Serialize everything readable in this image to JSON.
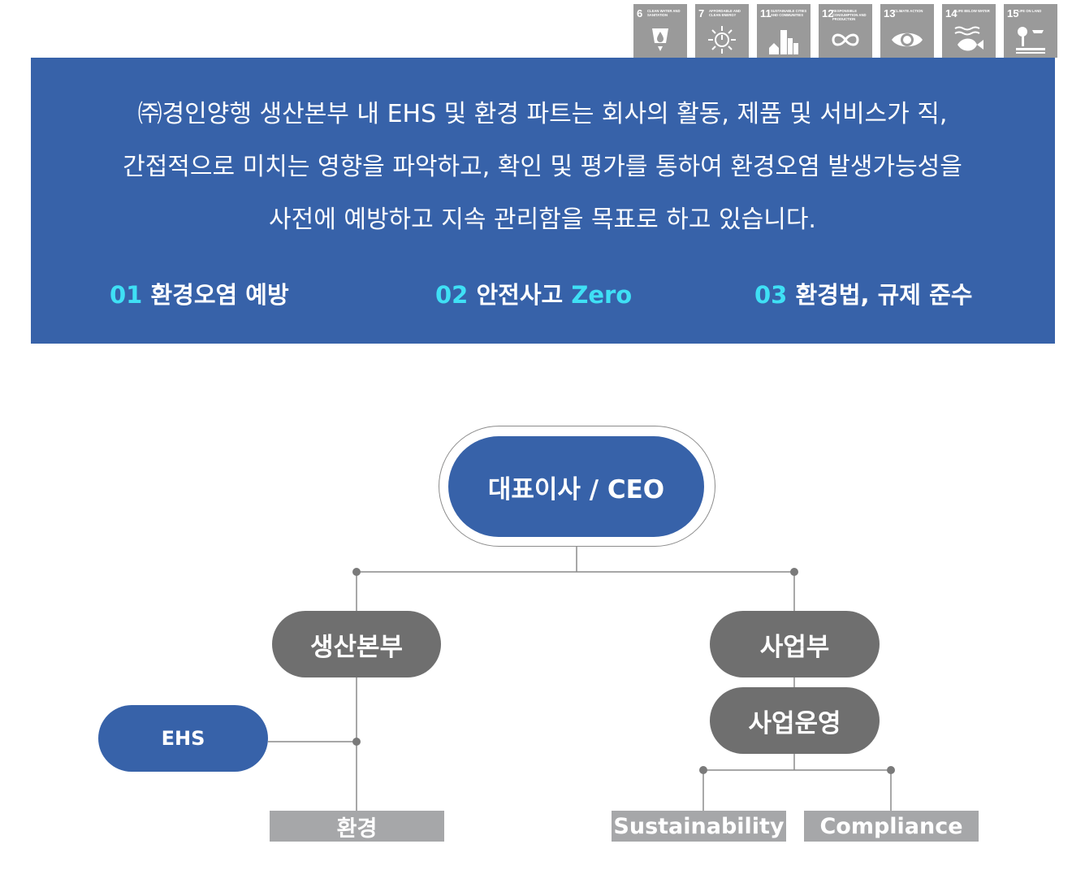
{
  "sdg_icons": [
    {
      "num": "6",
      "label": "Clean water and sanitation",
      "icon": "water-drop-icon"
    },
    {
      "num": "7",
      "label": "Affordable and clean energy",
      "icon": "sun-power-icon"
    },
    {
      "num": "11",
      "label": "Sustainable cities and communities",
      "icon": "city-icon"
    },
    {
      "num": "12",
      "label": "Responsible consumption and production",
      "icon": "infinity-icon"
    },
    {
      "num": "13",
      "label": "Climate action",
      "icon": "eye-globe-icon"
    },
    {
      "num": "14",
      "label": "Life below water",
      "icon": "fish-icon"
    },
    {
      "num": "15",
      "label": "Life on land",
      "icon": "tree-icon"
    }
  ],
  "intro": {
    "line1": "㈜경인양행 생산본부 내 EHS 및 환경 파트는 회사의 활동, 제품 및 서비스가 직,",
    "line2": "간접적으로 미치는 영향을 파악하고, 확인 및 평가를 통하여 환경오염 발생가능성을",
    "line3": "사전에 예방하고 지속 관리함을 목표로 하고 있습니다."
  },
  "goals": [
    {
      "num": "01",
      "text": "환경오염 예방",
      "suffix": ""
    },
    {
      "num": "02",
      "text": "안전사고",
      "suffix": "Zero"
    },
    {
      "num": "03",
      "text": "환경법, 규제 준수",
      "suffix": ""
    }
  ],
  "org": {
    "ceo": "대표이사 / CEO",
    "production": "생산본부",
    "business": "사업부",
    "operation": "사업운영",
    "ehs": "EHS",
    "environment": "환경",
    "sustainability": "Sustainability",
    "compliance": "Compliance"
  },
  "colors": {
    "banner": "#3762a9",
    "accent": "#3fe0f5",
    "gray_node": "#6f6f6f",
    "bar": "#a6a7a9",
    "sdg": "#9a9a9a"
  }
}
